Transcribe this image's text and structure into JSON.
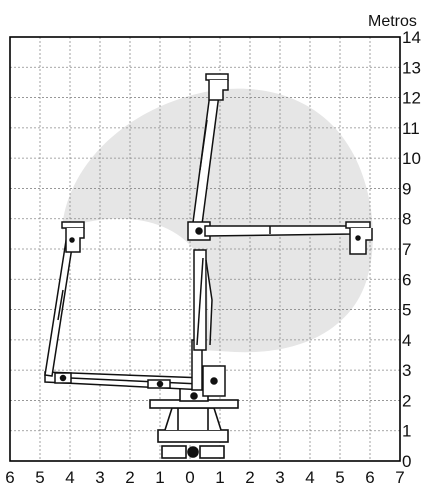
{
  "unit_label": "Metros",
  "x_ticks": [
    "6",
    "5",
    "4",
    "3",
    "2",
    "1",
    "0",
    "1",
    "2",
    "3",
    "4",
    "5",
    "6",
    "7"
  ],
  "y_ticks": [
    "14",
    "13",
    "12",
    "11",
    "10",
    "9",
    "8",
    "7",
    "6",
    "5",
    "4",
    "3",
    "2",
    "1",
    "0"
  ],
  "colors": {
    "grid": "#8a8a8a",
    "frame": "#000000",
    "envelope": "#e6e6e6",
    "machine": "#111111"
  }
}
